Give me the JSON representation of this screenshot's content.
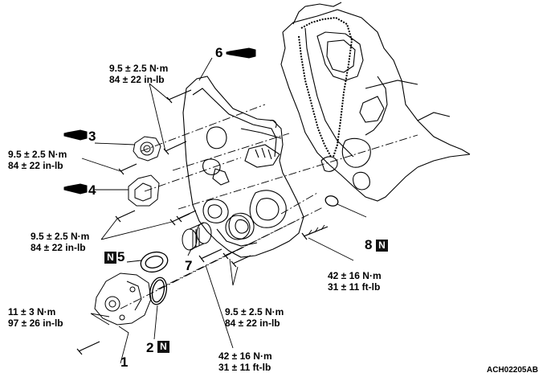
{
  "torques": {
    "t_top": [
      "9.5 ± 2.5 N·m",
      "84 ± 22 in-lb"
    ],
    "t_left": [
      "9.5 ± 2.5 N·m",
      "84 ± 22 in-lb"
    ],
    "t_mid": [
      "9.5 ± 2.5 N·m",
      "84 ± 22 in-lb"
    ],
    "t_bottom_small": [
      "9.5 ± 2.5 N·m",
      "84 ± 22 in-lb"
    ],
    "t_pump": [
      "11 ± 3 N·m",
      "97 ± 26 in-lb"
    ],
    "t_right": [
      "42 ± 16 N·m",
      "31 ± 11 ft-lb"
    ],
    "t_bottom": [
      "42 ± 16 N·m",
      "31 ± 11 ft-lb"
    ]
  },
  "parts": {
    "p1": "1",
    "p2": "2",
    "p3": "3",
    "p4": "4",
    "p5": "5",
    "p6": "6",
    "p7": "7",
    "p8": "8"
  },
  "badge_letter": "N",
  "figure_code": "ACH02205AB",
  "icons": [
    "sealant-tube-icon",
    "new-part-badge-icon"
  ]
}
